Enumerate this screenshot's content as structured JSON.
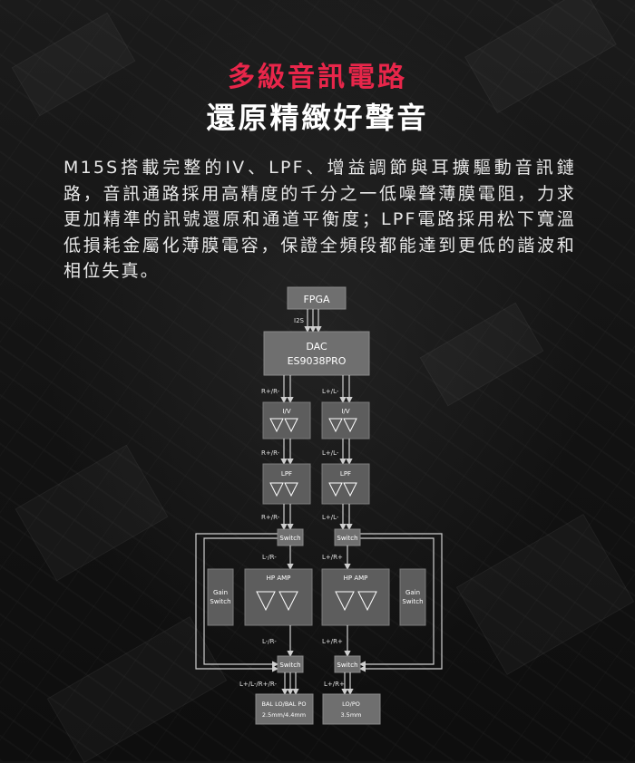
{
  "heading": {
    "line1": "多級音訊電路",
    "line2": "還原精緻好聲音"
  },
  "description": "M15S搭載完整的IV、LPF、增益調節與耳擴驅動音訊鏈路，音訊通路採用高精度的千分之一低噪聲薄膜電阻，力求更加精準的訊號還原和通道平衡度；LPF電路採用松下寬溫低損耗金屬化薄膜電容，保證全頻段都能達到更低的諧波和相位失真。",
  "diagram": {
    "fpga": "FPGA",
    "i2s": "I2S",
    "dac_line1": "DAC",
    "dac_line2": "ES9038PRO",
    "sig_rpm": "R+/R-",
    "sig_lpm": "L+/L-",
    "iv": "I/V",
    "lpf": "LPF",
    "switch": "Switch",
    "sig_lm": "L-/R-",
    "sig_lp_rp": "L+/R+",
    "hp_amp": "HP AMP",
    "gain_line1": "Gain",
    "gain_line2": "Switch",
    "sig_out_bal": "L+/L-/R+/R-",
    "sig_out_se": "L+/R+",
    "bal_line1": "BAL LO/BAL PO",
    "bal_line2": "2.5mm/4.4mm",
    "se_line1": "LO/PO",
    "se_line2": "3.5mm"
  },
  "colors": {
    "accent": "#e8264a",
    "background": "#141414",
    "block": "#6f6f6f"
  }
}
